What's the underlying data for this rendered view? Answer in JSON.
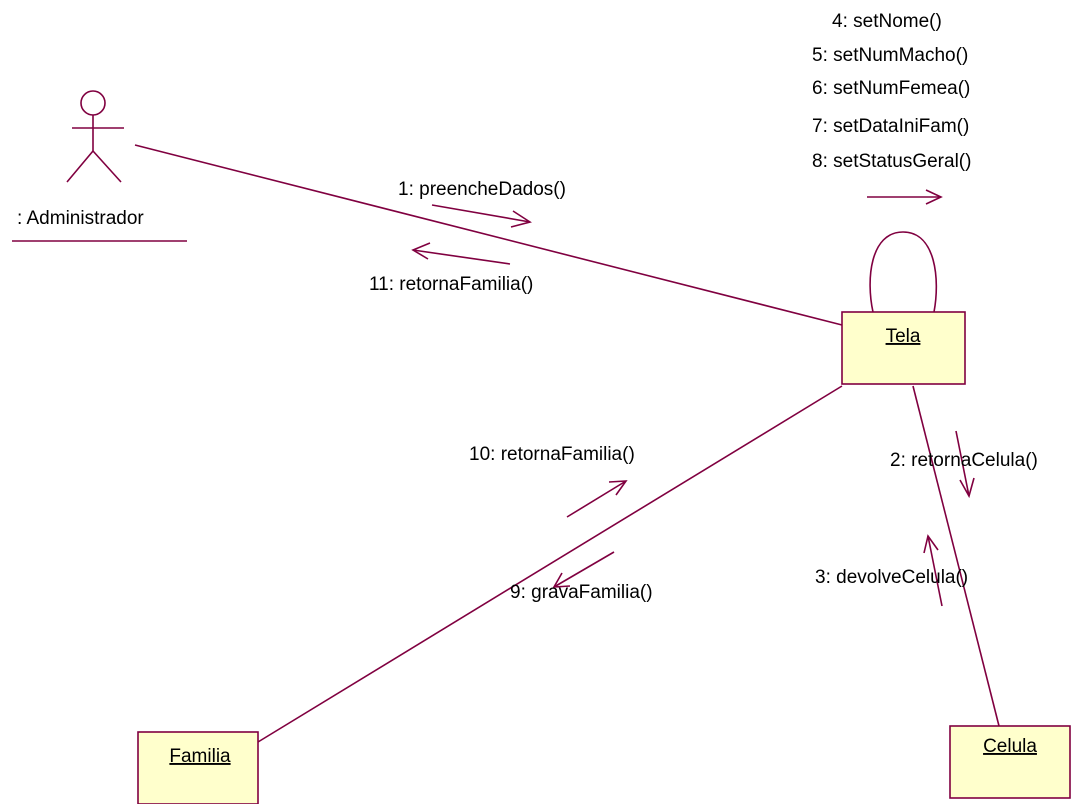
{
  "diagram": {
    "colors": {
      "line": "#800040",
      "box_fill": "#ffffcc",
      "text": "#000000"
    },
    "actor": {
      "label": ": Administrador"
    },
    "objects": {
      "tela": {
        "label": "Tela"
      },
      "familia": {
        "label": "Familia"
      },
      "celula": {
        "label": "Celula"
      }
    },
    "messages": {
      "m1": "1: preencheDados()",
      "m2": "2: retornaCelula()",
      "m3": "3: devolveCelula()",
      "m4": "4: setNome()",
      "m5": "5: setNumMacho()",
      "m6": "6: setNumFemea()",
      "m7": "7: setDataIniFam()",
      "m8": "8: setStatusGeral()",
      "m9": "9: gravaFamilia()",
      "m10": "10: retornaFamilia()",
      "m11": "11: retornaFamilia()"
    }
  }
}
